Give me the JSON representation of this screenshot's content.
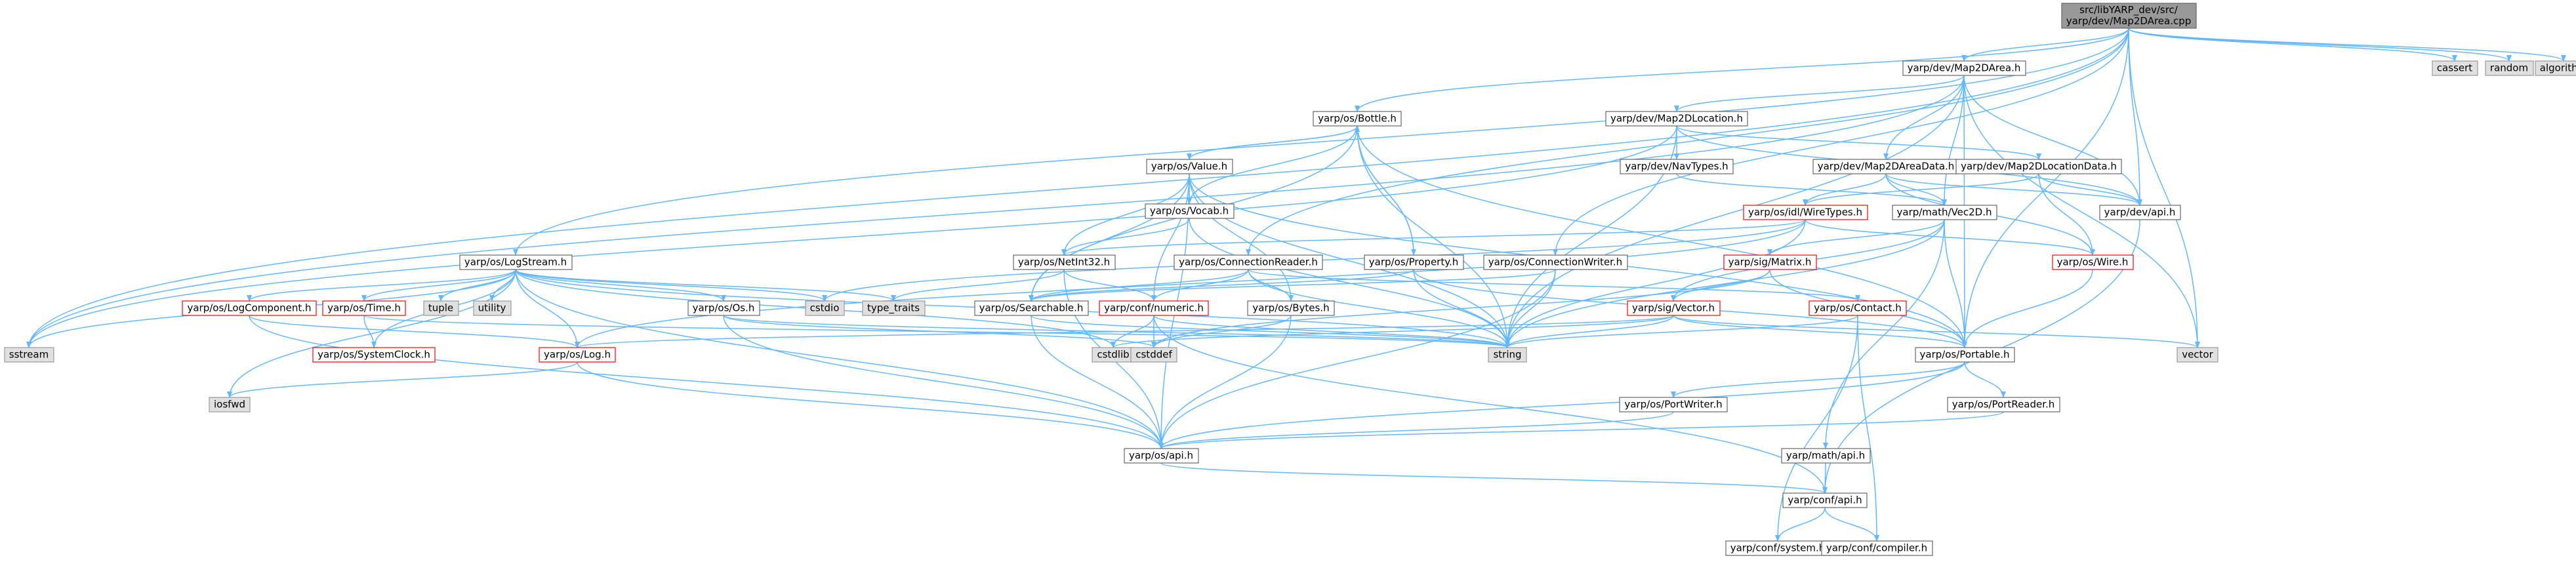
{
  "graph": {
    "colors": {
      "edge": "#63b8ff",
      "arrow": "#63b8ff",
      "node_fill": "#ffffff",
      "node_stroke": "#666666",
      "root_fill": "#999999",
      "root_stroke": "#666666",
      "system_fill": "#e0e0e0",
      "system_stroke": "#999999",
      "truncated_stroke": "#ff0000",
      "text": "#000000"
    },
    "nodes": [
      {
        "id": "root",
        "kind": "root",
        "lines": [
          "src/libYARP_dev/src/",
          "yarp/dev/Map2DArea.cpp"
        ]
      },
      {
        "id": "map2darea_h",
        "kind": "normal",
        "lines": [
          "yarp/dev/Map2DArea.h"
        ]
      },
      {
        "id": "cassert",
        "kind": "system",
        "lines": [
          "cassert"
        ]
      },
      {
        "id": "random",
        "kind": "system",
        "lines": [
          "random"
        ]
      },
      {
        "id": "algorithm",
        "kind": "system",
        "lines": [
          "algorithm"
        ]
      },
      {
        "id": "bottle_h",
        "kind": "normal",
        "lines": [
          "yarp/os/Bottle.h"
        ]
      },
      {
        "id": "map2dlocation_h",
        "kind": "normal",
        "lines": [
          "yarp/dev/Map2DLocation.h"
        ]
      },
      {
        "id": "value_h",
        "kind": "normal",
        "lines": [
          "yarp/os/Value.h"
        ]
      },
      {
        "id": "navtypes_h",
        "kind": "normal",
        "lines": [
          "yarp/dev/NavTypes.h"
        ]
      },
      {
        "id": "map2dareadata_h",
        "kind": "normal",
        "lines": [
          "yarp/dev/Map2DAreaData.h"
        ]
      },
      {
        "id": "map2dlocationdata_h",
        "kind": "normal",
        "lines": [
          "yarp/dev/Map2DLocationData.h"
        ]
      },
      {
        "id": "vocab_h",
        "kind": "normal",
        "lines": [
          "yarp/os/Vocab.h"
        ]
      },
      {
        "id": "wiretypes_h",
        "kind": "truncated",
        "lines": [
          "yarp/os/idl/WireTypes.h"
        ]
      },
      {
        "id": "vec2d_h",
        "kind": "normal",
        "lines": [
          "yarp/math/Vec2D.h"
        ]
      },
      {
        "id": "devapi_h",
        "kind": "normal",
        "lines": [
          "yarp/dev/api.h"
        ]
      },
      {
        "id": "logstream_h",
        "kind": "normal",
        "lines": [
          "yarp/os/LogStream.h"
        ]
      },
      {
        "id": "netint32_h",
        "kind": "normal",
        "lines": [
          "yarp/os/NetInt32.h"
        ]
      },
      {
        "id": "connectionreader_h",
        "kind": "normal",
        "lines": [
          "yarp/os/ConnectionReader.h"
        ]
      },
      {
        "id": "property_h",
        "kind": "normal",
        "lines": [
          "yarp/os/Property.h"
        ]
      },
      {
        "id": "connectionwriter_h",
        "kind": "normal",
        "lines": [
          "yarp/os/ConnectionWriter.h"
        ]
      },
      {
        "id": "matrix_h",
        "kind": "truncated",
        "lines": [
          "yarp/sig/Matrix.h"
        ]
      },
      {
        "id": "wire_h",
        "kind": "truncated",
        "lines": [
          "yarp/os/Wire.h"
        ]
      },
      {
        "id": "logcomponent_h",
        "kind": "truncated",
        "lines": [
          "yarp/os/LogComponent.h"
        ]
      },
      {
        "id": "time_h",
        "kind": "truncated",
        "lines": [
          "yarp/os/Time.h"
        ]
      },
      {
        "id": "tuple",
        "kind": "system",
        "lines": [
          "tuple"
        ]
      },
      {
        "id": "utility",
        "kind": "system",
        "lines": [
          "utility"
        ]
      },
      {
        "id": "cstdio",
        "kind": "system",
        "lines": [
          "cstdio"
        ]
      },
      {
        "id": "os_h",
        "kind": "normal",
        "lines": [
          "yarp/os/Os.h"
        ]
      },
      {
        "id": "type_traits",
        "kind": "system",
        "lines": [
          "type_traits"
        ]
      },
      {
        "id": "searchable_h",
        "kind": "normal",
        "lines": [
          "yarp/os/Searchable.h"
        ]
      },
      {
        "id": "numeric_h",
        "kind": "truncated",
        "lines": [
          "yarp/conf/numeric.h"
        ]
      },
      {
        "id": "bytes_h",
        "kind": "normal",
        "lines": [
          "yarp/os/Bytes.h"
        ]
      },
      {
        "id": "sigvector_h",
        "kind": "truncated",
        "lines": [
          "yarp/sig/Vector.h"
        ]
      },
      {
        "id": "contact_h",
        "kind": "truncated",
        "lines": [
          "yarp/os/Contact.h"
        ]
      },
      {
        "id": "sstream",
        "kind": "system",
        "lines": [
          "sstream"
        ]
      },
      {
        "id": "systemclock_h",
        "kind": "truncated",
        "lines": [
          "yarp/os/SystemClock.h"
        ]
      },
      {
        "id": "log_h",
        "kind": "truncated",
        "lines": [
          "yarp/os/Log.h"
        ]
      },
      {
        "id": "cstdlib",
        "kind": "system",
        "lines": [
          "cstdlib"
        ]
      },
      {
        "id": "cstddef",
        "kind": "system",
        "lines": [
          "cstddef"
        ]
      },
      {
        "id": "string",
        "kind": "system",
        "lines": [
          "string"
        ]
      },
      {
        "id": "portable_h",
        "kind": "normal",
        "lines": [
          "yarp/os/Portable.h"
        ]
      },
      {
        "id": "vector",
        "kind": "system",
        "lines": [
          "vector"
        ]
      },
      {
        "id": "iosfwd",
        "kind": "system",
        "lines": [
          "iosfwd"
        ]
      },
      {
        "id": "portwriter_h",
        "kind": "normal",
        "lines": [
          "yarp/os/PortWriter.h"
        ]
      },
      {
        "id": "portreader_h",
        "kind": "normal",
        "lines": [
          "yarp/os/PortReader.h"
        ]
      },
      {
        "id": "osapi_h",
        "kind": "normal",
        "lines": [
          "yarp/os/api.h"
        ]
      },
      {
        "id": "mathapi_h",
        "kind": "normal",
        "lines": [
          "yarp/math/api.h"
        ]
      },
      {
        "id": "confapi_h",
        "kind": "normal",
        "lines": [
          "yarp/conf/api.h"
        ]
      },
      {
        "id": "confsystem_h",
        "kind": "normal",
        "lines": [
          "yarp/conf/system.h"
        ]
      },
      {
        "id": "confcompiler_h",
        "kind": "normal",
        "lines": [
          "yarp/conf/compiler.h"
        ]
      }
    ],
    "edges": [
      [
        "root",
        "map2darea_h"
      ],
      [
        "root",
        "cassert"
      ],
      [
        "root",
        "random"
      ],
      [
        "root",
        "algorithm"
      ],
      [
        "root",
        "bottle_h"
      ],
      [
        "root",
        "connectionreader_h"
      ],
      [
        "root",
        "connectionwriter_h"
      ],
      [
        "root",
        "logstream_h"
      ],
      [
        "root",
        "sstream"
      ],
      [
        "root",
        "vector"
      ],
      [
        "root",
        "devapi_h"
      ],
      [
        "root",
        "portable_h"
      ],
      [
        "map2darea_h",
        "map2dlocation_h"
      ],
      [
        "map2darea_h",
        "map2dareadata_h"
      ],
      [
        "map2darea_h",
        "vec2d_h"
      ],
      [
        "map2darea_h",
        "devapi_h"
      ],
      [
        "map2darea_h",
        "portable_h"
      ],
      [
        "map2darea_h",
        "string"
      ],
      [
        "map2darea_h",
        "vector"
      ],
      [
        "map2darea_h",
        "sstream"
      ],
      [
        "bottle_h",
        "value_h"
      ],
      [
        "bottle_h",
        "property_h"
      ],
      [
        "bottle_h",
        "searchable_h"
      ],
      [
        "bottle_h",
        "string"
      ],
      [
        "bottle_h",
        "portable_h"
      ],
      [
        "value_h",
        "vocab_h"
      ],
      [
        "value_h",
        "netint32_h"
      ],
      [
        "value_h",
        "searchable_h"
      ],
      [
        "value_h",
        "bytes_h"
      ],
      [
        "value_h",
        "numeric_h"
      ],
      [
        "value_h",
        "string"
      ],
      [
        "value_h",
        "osapi_h"
      ],
      [
        "value_h",
        "portable_h"
      ],
      [
        "value_h",
        "bottle_h"
      ],
      [
        "vocab_h",
        "netint32_h"
      ],
      [
        "vocab_h",
        "string"
      ],
      [
        "vocab_h",
        "bottle_h"
      ],
      [
        "netint32_h",
        "type_traits"
      ],
      [
        "netint32_h",
        "numeric_h"
      ],
      [
        "netint32_h",
        "osapi_h"
      ],
      [
        "map2dlocation_h",
        "navtypes_h"
      ],
      [
        "map2dlocation_h",
        "map2dlocationdata_h"
      ],
      [
        "map2dlocation_h",
        "sstream"
      ],
      [
        "map2dlocation_h",
        "string"
      ],
      [
        "map2dlocation_h",
        "devapi_h"
      ],
      [
        "navtypes_h",
        "vec2d_h"
      ],
      [
        "map2dareadata_h",
        "wiretypes_h"
      ],
      [
        "map2dareadata_h",
        "vec2d_h"
      ],
      [
        "map2dareadata_h",
        "devapi_h"
      ],
      [
        "map2dareadata_h",
        "wire_h"
      ],
      [
        "map2dlocationdata_h",
        "wiretypes_h"
      ],
      [
        "map2dlocationdata_h",
        "devapi_h"
      ],
      [
        "map2dlocationdata_h",
        "wire_h"
      ],
      [
        "wiretypes_h",
        "netint32_h"
      ],
      [
        "wiretypes_h",
        "cstdio"
      ],
      [
        "wiretypes_h",
        "string"
      ],
      [
        "wiretypes_h",
        "log_h"
      ],
      [
        "wiretypes_h",
        "wire_h"
      ],
      [
        "vec2d_h",
        "matrix_h"
      ],
      [
        "vec2d_h",
        "sigvector_h"
      ],
      [
        "vec2d_h",
        "portable_h"
      ],
      [
        "vec2d_h",
        "mathapi_h"
      ],
      [
        "vec2d_h",
        "string"
      ],
      [
        "matrix_h",
        "sigvector_h"
      ],
      [
        "matrix_h",
        "portable_h"
      ],
      [
        "matrix_h",
        "cstddef"
      ],
      [
        "sigvector_h",
        "cstdlib"
      ],
      [
        "sigvector_h",
        "string"
      ],
      [
        "sigvector_h",
        "vector"
      ],
      [
        "sigvector_h",
        "log_h"
      ],
      [
        "sigvector_h",
        "portable_h"
      ],
      [
        "wire_h",
        "portable_h"
      ],
      [
        "connectionreader_h",
        "numeric_h"
      ],
      [
        "connectionreader_h",
        "bytes_h"
      ],
      [
        "connectionreader_h",
        "string"
      ],
      [
        "connectionreader_h",
        "contact_h"
      ],
      [
        "connectionreader_h",
        "searchable_h"
      ],
      [
        "connectionwriter_h",
        "string"
      ],
      [
        "connectionwriter_h",
        "osapi_h"
      ],
      [
        "connectionwriter_h",
        "searchable_h"
      ],
      [
        "property_h",
        "searchable_h"
      ],
      [
        "property_h",
        "string"
      ],
      [
        "property_h",
        "bottle_h"
      ],
      [
        "property_h",
        "portable_h"
      ],
      [
        "contact_h",
        "string"
      ],
      [
        "contact_h",
        "confsystem_h"
      ],
      [
        "contact_h",
        "confcompiler_h"
      ],
      [
        "bytes_h",
        "cstddef"
      ],
      [
        "bytes_h",
        "osapi_h"
      ],
      [
        "searchable_h",
        "string"
      ],
      [
        "searchable_h",
        "osapi_h"
      ],
      [
        "numeric_h",
        "confapi_h"
      ],
      [
        "numeric_h",
        "cstdlib"
      ],
      [
        "numeric_h",
        "cstddef"
      ],
      [
        "numeric_h",
        "string"
      ],
      [
        "logstream_h",
        "logcomponent_h"
      ],
      [
        "logstream_h",
        "time_h"
      ],
      [
        "logstream_h",
        "tuple"
      ],
      [
        "logstream_h",
        "utility"
      ],
      [
        "logstream_h",
        "cstdio"
      ],
      [
        "logstream_h",
        "os_h"
      ],
      [
        "logstream_h",
        "type_traits"
      ],
      [
        "logstream_h",
        "sstream"
      ],
      [
        "logstream_h",
        "systemclock_h"
      ],
      [
        "logstream_h",
        "log_h"
      ],
      [
        "logstream_h",
        "iosfwd"
      ],
      [
        "logstream_h",
        "string"
      ],
      [
        "logstream_h",
        "osapi_h"
      ],
      [
        "logstream_h",
        "cstdlib"
      ],
      [
        "logcomponent_h",
        "log_h"
      ],
      [
        "logcomponent_h",
        "osapi_h"
      ],
      [
        "time_h",
        "systemclock_h"
      ],
      [
        "time_h",
        "string"
      ],
      [
        "os_h",
        "string"
      ],
      [
        "os_h",
        "cstddef"
      ],
      [
        "os_h",
        "osapi_h"
      ],
      [
        "log_h",
        "iosfwd"
      ],
      [
        "log_h",
        "osapi_h"
      ],
      [
        "portable_h",
        "portwriter_h"
      ],
      [
        "portable_h",
        "portreader_h"
      ],
      [
        "portable_h",
        "osapi_h"
      ],
      [
        "portwriter_h",
        "osapi_h"
      ],
      [
        "portreader_h",
        "osapi_h"
      ],
      [
        "osapi_h",
        "confapi_h"
      ],
      [
        "mathapi_h",
        "confapi_h"
      ],
      [
        "devapi_h",
        "confapi_h"
      ],
      [
        "confapi_h",
        "confsystem_h"
      ],
      [
        "confapi_h",
        "confcompiler_h"
      ]
    ]
  }
}
